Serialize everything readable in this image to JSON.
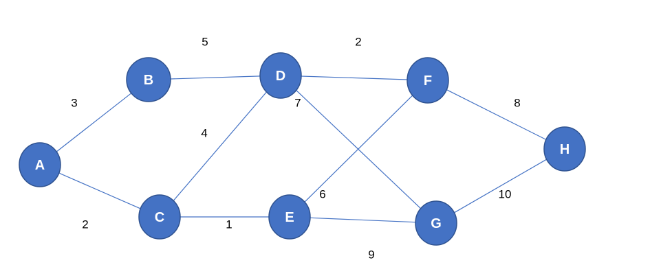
{
  "colors": {
    "node_fill": "#4472c4",
    "node_stroke": "#2f528f",
    "edge": "#4472c4",
    "node_text": "#ffffff",
    "weight_text": "#000000",
    "background": "#ffffff"
  },
  "nodes": [
    {
      "id": "A",
      "label": "A"
    },
    {
      "id": "B",
      "label": "B"
    },
    {
      "id": "C",
      "label": "C"
    },
    {
      "id": "D",
      "label": "D"
    },
    {
      "id": "E",
      "label": "E"
    },
    {
      "id": "F",
      "label": "F"
    },
    {
      "id": "G",
      "label": "G"
    },
    {
      "id": "H",
      "label": "H"
    }
  ],
  "edges": [
    {
      "from": "A",
      "to": "B",
      "weight": "3"
    },
    {
      "from": "A",
      "to": "C",
      "weight": "2"
    },
    {
      "from": "B",
      "to": "D",
      "weight": "5"
    },
    {
      "from": "C",
      "to": "D",
      "weight": "4"
    },
    {
      "from": "C",
      "to": "E",
      "weight": "1"
    },
    {
      "from": "D",
      "to": "F",
      "weight": "2"
    },
    {
      "from": "D",
      "to": "G",
      "weight": "7"
    },
    {
      "from": "E",
      "to": "F",
      "weight": "6"
    },
    {
      "from": "E",
      "to": "G",
      "weight": "9"
    },
    {
      "from": "F",
      "to": "H",
      "weight": "8"
    },
    {
      "from": "G",
      "to": "H",
      "weight": "10"
    }
  ]
}
